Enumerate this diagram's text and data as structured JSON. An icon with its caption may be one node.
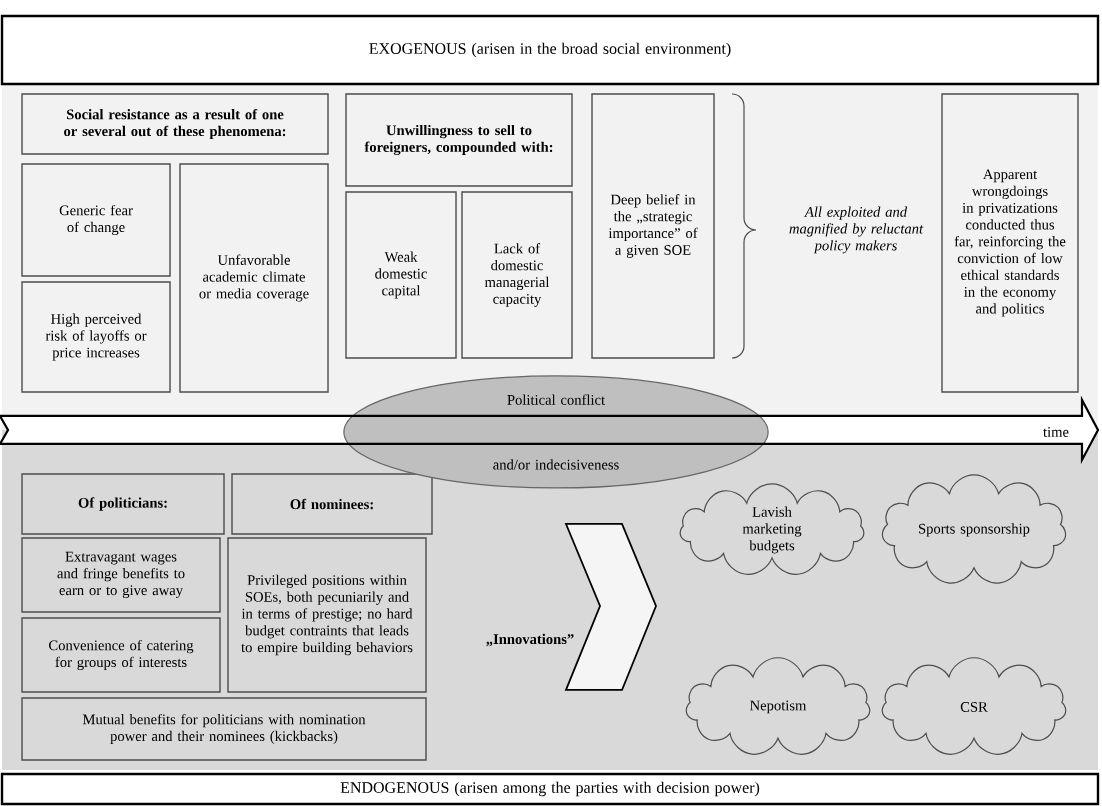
{
  "diagram": {
    "nodes": [
      {
        "text": [
          "EXOGENOUS (arisen in the broad social environment)"
        ]
      },
      {
        "text": [
          "Social resistance as a result of one or several out of these phenomena:"
        ]
      },
      {
        "text": [
          "Generic fear of change"
        ]
      },
      {
        "text": [
          "High perceived risk of layoffs or price increases"
        ]
      },
      {
        "text": [
          "Unfavorable academic climate or media coverage"
        ]
      },
      {
        "text": [
          "Unwillingness to sell to foreigners, compounded with:"
        ]
      },
      {
        "text": [
          "Weak domestic capital"
        ]
      },
      {
        "text": [
          "Lack of domestic managerial capacity"
        ]
      },
      {
        "text": [
          "Deep belief in the „strategic importance” of a given SOE"
        ]
      },
      {
        "text": [
          "Apparent wrongdoings in privatizations conducted thus far, reinforcing the conviction of low ethical standards in the economy and politics"
        ]
      },
      {
        "text": [
          "Political conflict",
          "and/or indecisiveness"
        ]
      },
      {
        "text": [
          "Of politicians:"
        ]
      },
      {
        "text": [
          "Of nominees:"
        ]
      },
      {
        "text": [
          "Extravagant wages and fringe benefits to earn or to give away"
        ]
      },
      {
        "text": [
          "Convenience of catering for groups of interests"
        ]
      },
      {
        "text": [
          "Privileged positions within SOEs, both pecuniarily and in terms of prestige; no hard budget contraints that leads to empire building behaviors"
        ]
      },
      {
        "text": [
          "Mutual benefits for politicians with nomination power and their nominees (kickbacks)"
        ]
      },
      {
        "text": [
          "Lavish marketing budgets"
        ]
      },
      {
        "text": [
          "Sports sponsorship"
        ]
      },
      {
        "text": [
          "Nepotism"
        ]
      },
      {
        "text": [
          "CSR"
        ]
      },
      {
        "text": [
          "ENDOGENOUS (arisen among the parties with decision power)"
        ]
      }
    ],
    "labels": [
      "All exploited and magnified by reluctant policy makers",
      "time",
      "„Innovations”"
    ]
  }
}
